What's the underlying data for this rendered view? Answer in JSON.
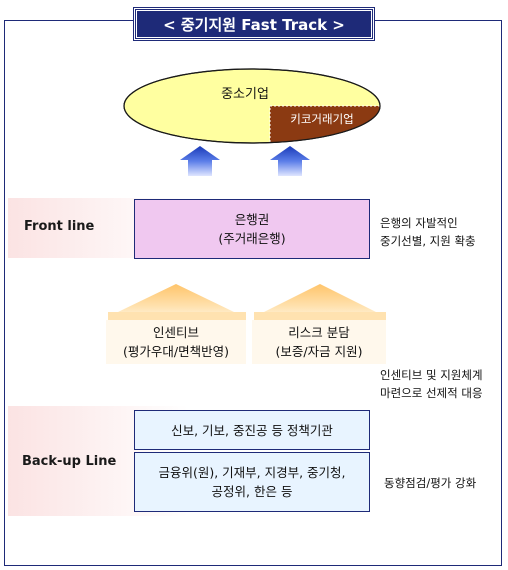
{
  "title": "< 중기지원 Fast Track >",
  "sme": {
    "main_label": "중소기업",
    "sub_label": "키코거래기업"
  },
  "front_line": {
    "band_label": "Front line",
    "box_line1": "은행권",
    "box_line2": "(주거래은행)",
    "note_line1": "은행의 자발적인",
    "note_line2": "중기선별, 지원 확충"
  },
  "support": {
    "incentive_line1": "인센티브",
    "incentive_line2": "(평가우대/면책반영)",
    "risk_line1": "리스크 분담",
    "risk_line2": "(보증/자금 지원)",
    "note_line1": "인센티브 및 지원체계",
    "note_line2": "마련으로 선제적 대응"
  },
  "back_line": {
    "band_label": "Back-up Line",
    "box1": "신보, 기보, 중진공 등 정책기관",
    "box2_line1": "금융위(원), 기재부, 지경부, 중기청,",
    "box2_line2": "공정위, 한은 등",
    "note": "동향점검/평가 강화"
  },
  "colors": {
    "navy": "#1e2a78",
    "ellipse_fill": "#ffffa0",
    "kiko_fill": "#8b3a12",
    "front_box": "#f0c8f0",
    "back_box": "#e8f4ff",
    "arrow_blue": "#2b4fd0",
    "arrow_orange": "#ffd89a",
    "band_pink": "#fbe3e3"
  }
}
